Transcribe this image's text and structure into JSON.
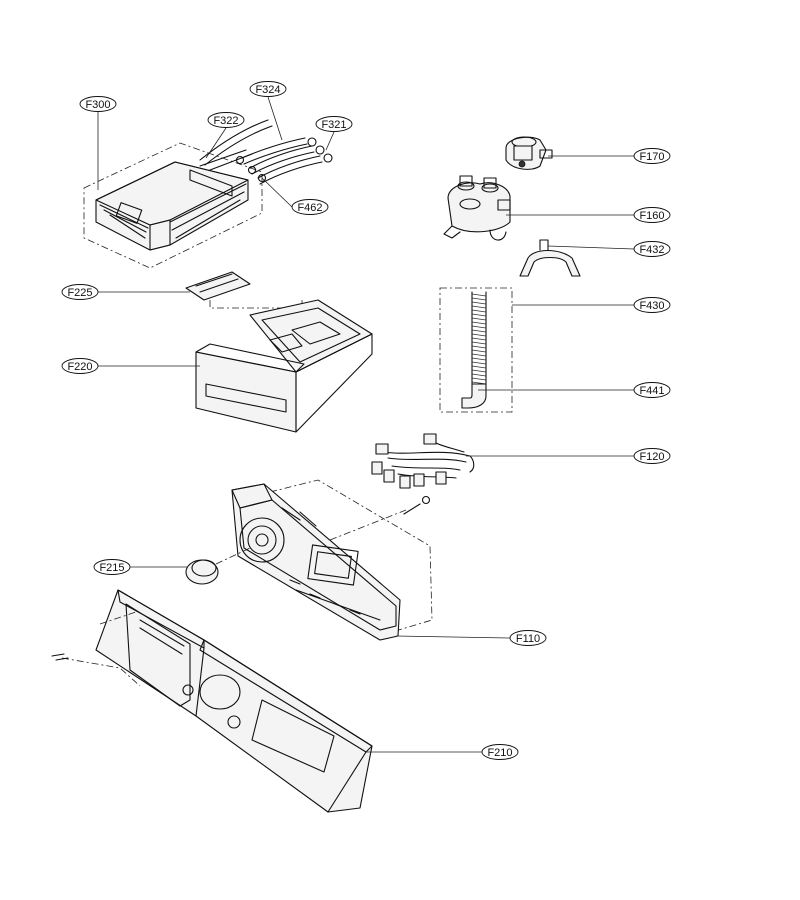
{
  "diagram": {
    "labels": [
      {
        "id": "F300",
        "text": "F300"
      },
      {
        "id": "F322",
        "text": "F322"
      },
      {
        "id": "F324",
        "text": "F324"
      },
      {
        "id": "F321",
        "text": "F321"
      },
      {
        "id": "F462",
        "text": "F462"
      },
      {
        "id": "F170",
        "text": "F170"
      },
      {
        "id": "F160",
        "text": "F160"
      },
      {
        "id": "F432",
        "text": "F432"
      },
      {
        "id": "F430",
        "text": "F430"
      },
      {
        "id": "F441",
        "text": "F441"
      },
      {
        "id": "F225",
        "text": "F225"
      },
      {
        "id": "F220",
        "text": "F220"
      },
      {
        "id": "F120",
        "text": "F120"
      },
      {
        "id": "F215",
        "text": "F215"
      },
      {
        "id": "F110",
        "text": "F110"
      },
      {
        "id": "F210",
        "text": "F210"
      }
    ]
  }
}
